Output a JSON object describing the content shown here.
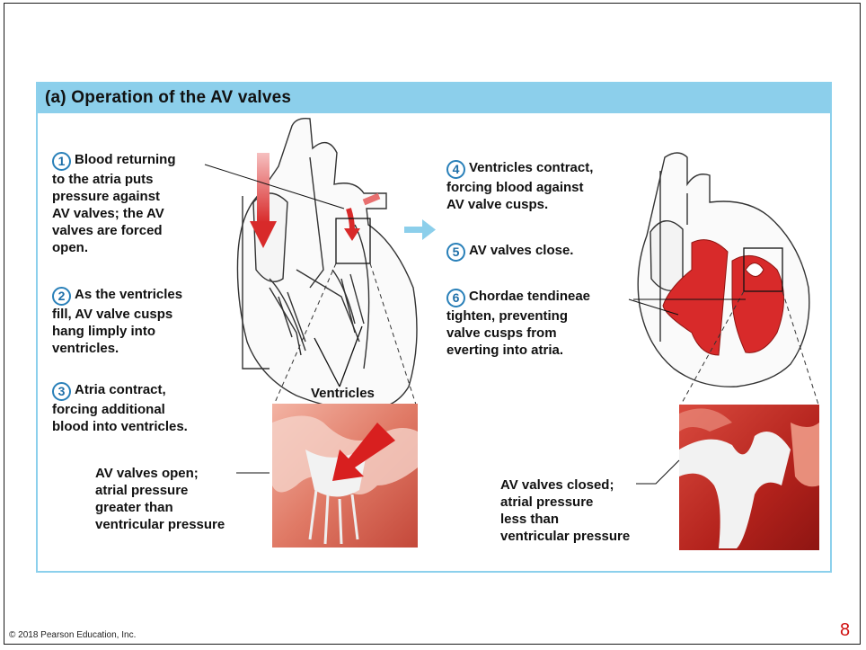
{
  "panel_title": "(a) Operation of the AV valves",
  "steps": [
    {
      "num": "1",
      "text": "Blood returning to the atria puts pressure against AV valves; the AV valves are forced open."
    },
    {
      "num": "2",
      "text": "As the ventricles fill, AV valve cusps hang limply into ventricles."
    },
    {
      "num": "3",
      "text": "Atria contract, forcing additional blood into ventricles."
    },
    {
      "num": "4",
      "text": "Ventricles contract, forcing blood against AV valve cusps."
    },
    {
      "num": "5",
      "text": "AV valves close."
    },
    {
      "num": "6",
      "text": "Chordae tendineae tighten, preventing valve cusps from everting into atria."
    }
  ],
  "labels": {
    "ventricles": "Ventricles",
    "open_caption": [
      "AV valves open;",
      "atrial pressure",
      "greater than",
      "ventricular pressure"
    ],
    "closed_caption": [
      "AV valves closed;",
      "atrial pressure",
      "less than",
      "ventricular pressure"
    ]
  },
  "footer": {
    "copyright": "© 2018 Pearson Education, Inc.",
    "page_number": "8"
  },
  "colors": {
    "header_band": "#8ccfeb",
    "step_number": "#2980b9",
    "blood_red": "#d82a2a",
    "page_number": "#d01010"
  }
}
